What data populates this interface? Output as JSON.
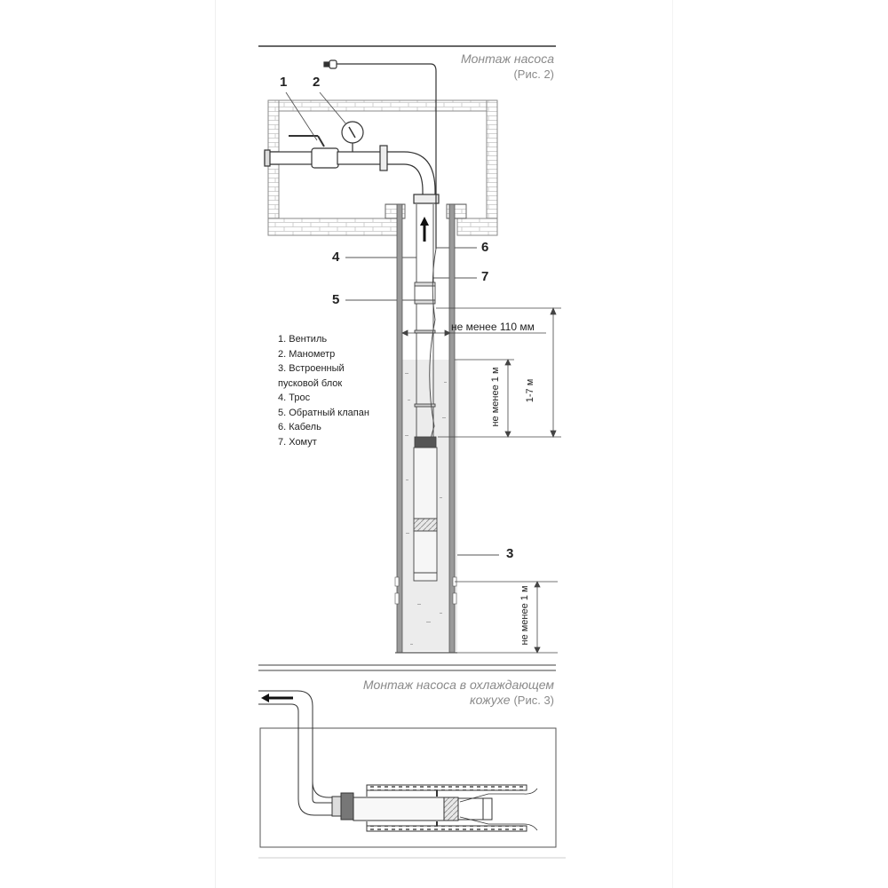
{
  "figure2": {
    "title": "Монтаж насоса",
    "ref": "(Рис. 2)",
    "callouts": [
      "1",
      "2",
      "3",
      "4",
      "5",
      "6",
      "7"
    ],
    "legend": [
      "1. Вентиль",
      "2. Манометр",
      "3. Встроенный",
      "пусковой блок",
      "4. Трос",
      "5. Обратный клапан",
      "6. Кабель",
      "7. Хомут"
    ],
    "dimensions": {
      "diameter": "не менее 110 мм",
      "submersion": "не менее 1 м",
      "range": "1-7 м",
      "bottom_clearance": "не менее 1 м"
    }
  },
  "figure3": {
    "title_line1": "Монтаж насоса в охлаждающем",
    "title_line2": "кожухе",
    "ref": "(Рис. 3)"
  },
  "colors": {
    "line": "#333333",
    "title_gray": "#8a8a8a",
    "water": "#ececec",
    "brick": "#bdbdbd"
  }
}
